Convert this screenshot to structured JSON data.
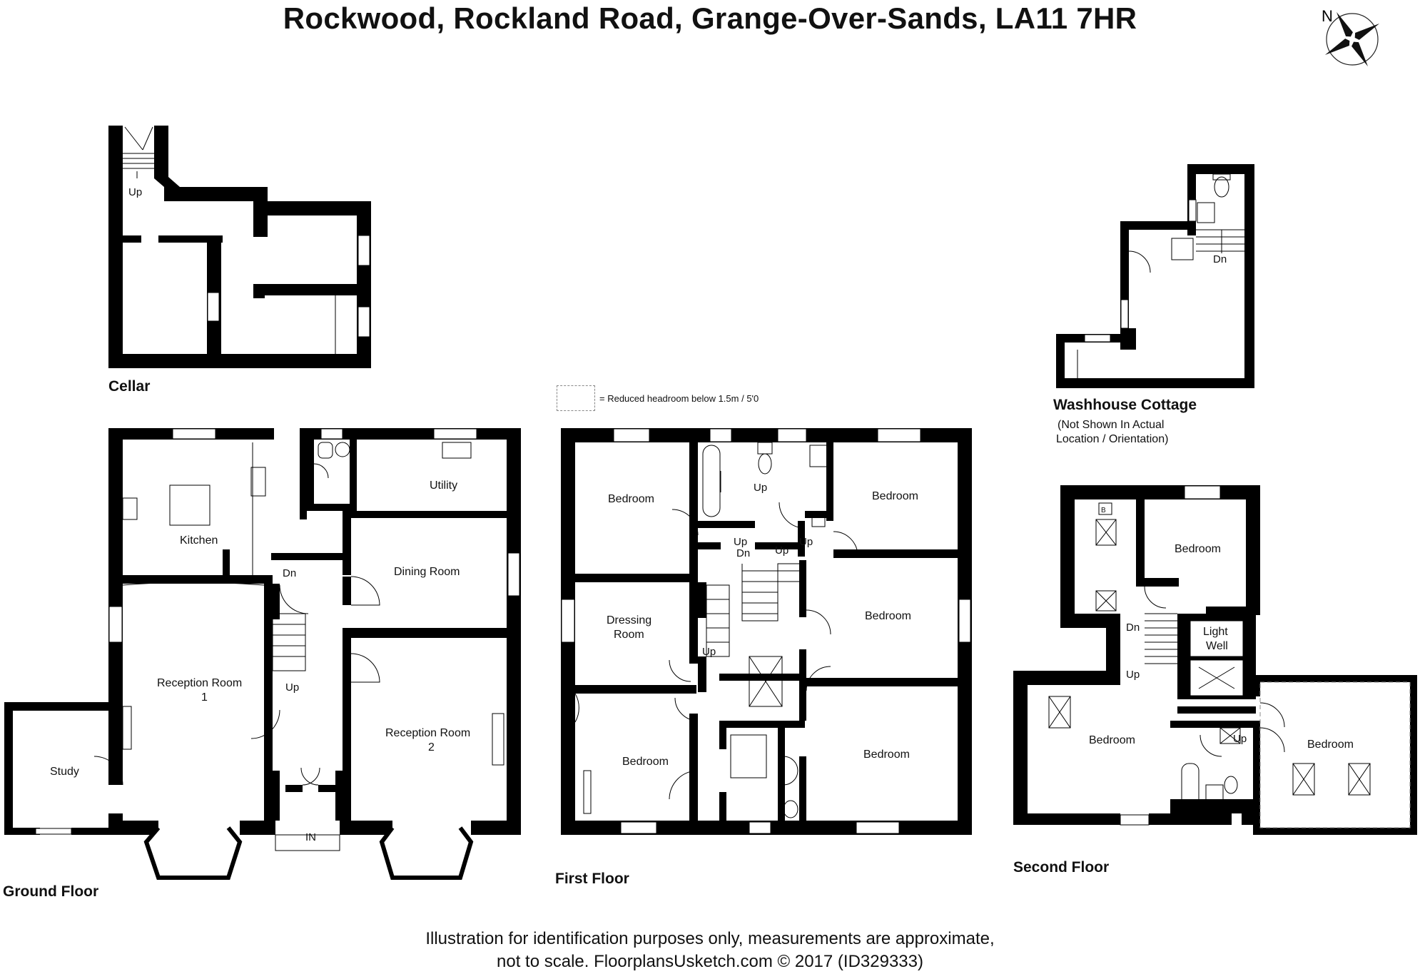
{
  "title": "Rockwood, Rockland Road, Grange-Over-Sands, LA11 7HR",
  "compass": {
    "label": "N",
    "icon": "compass-rose-icon"
  },
  "legend": {
    "text": "= Reduced headroom below 1.5m / 5'0"
  },
  "floors": {
    "cellar": {
      "label": "Cellar",
      "up": "Up"
    },
    "ground": {
      "label": "Ground Floor",
      "rooms": {
        "kitchen": "Kitchen",
        "utility": "Utility",
        "dining": "Dining Room",
        "reception1_a": "Reception Room",
        "reception1_b": "1",
        "reception2_a": "Reception Room",
        "reception2_b": "2",
        "study": "Study"
      },
      "dn": "Dn",
      "up": "Up",
      "in": "IN"
    },
    "first": {
      "label": "First Floor",
      "rooms": {
        "bedroom_nw": "Bedroom",
        "bedroom_ne": "Bedroom",
        "dressing_a": "Dressing",
        "dressing_b": "Room",
        "bedroom_e": "Bedroom",
        "bedroom_sw": "Bedroom",
        "bedroom_se": "Bedroom"
      },
      "up1": "Up",
      "up2": "Up",
      "dn": "Dn",
      "up3": "Up",
      "up4": "Up",
      "up5": "Up"
    },
    "second": {
      "label": "Second Floor",
      "rooms": {
        "bedroom_n": "Bedroom",
        "lightwell_a": "Light",
        "lightwell_b": "Well",
        "bedroom_w": "Bedroom",
        "bedroom_e": "Bedroom"
      },
      "dn": "Dn",
      "up1": "Up",
      "up2": "Up",
      "boiler": "B"
    },
    "washhouse": {
      "label": "Washhouse Cottage",
      "note_line1": "(Not Shown In Actual",
      "note_line2": "Location / Orientation)",
      "dn": "Dn"
    }
  },
  "footer": {
    "line1": "Illustration for identification purposes only, measurements are approximate,",
    "line2": "not to scale. FloorplansUsketch.com © 2017 (ID329333)"
  }
}
